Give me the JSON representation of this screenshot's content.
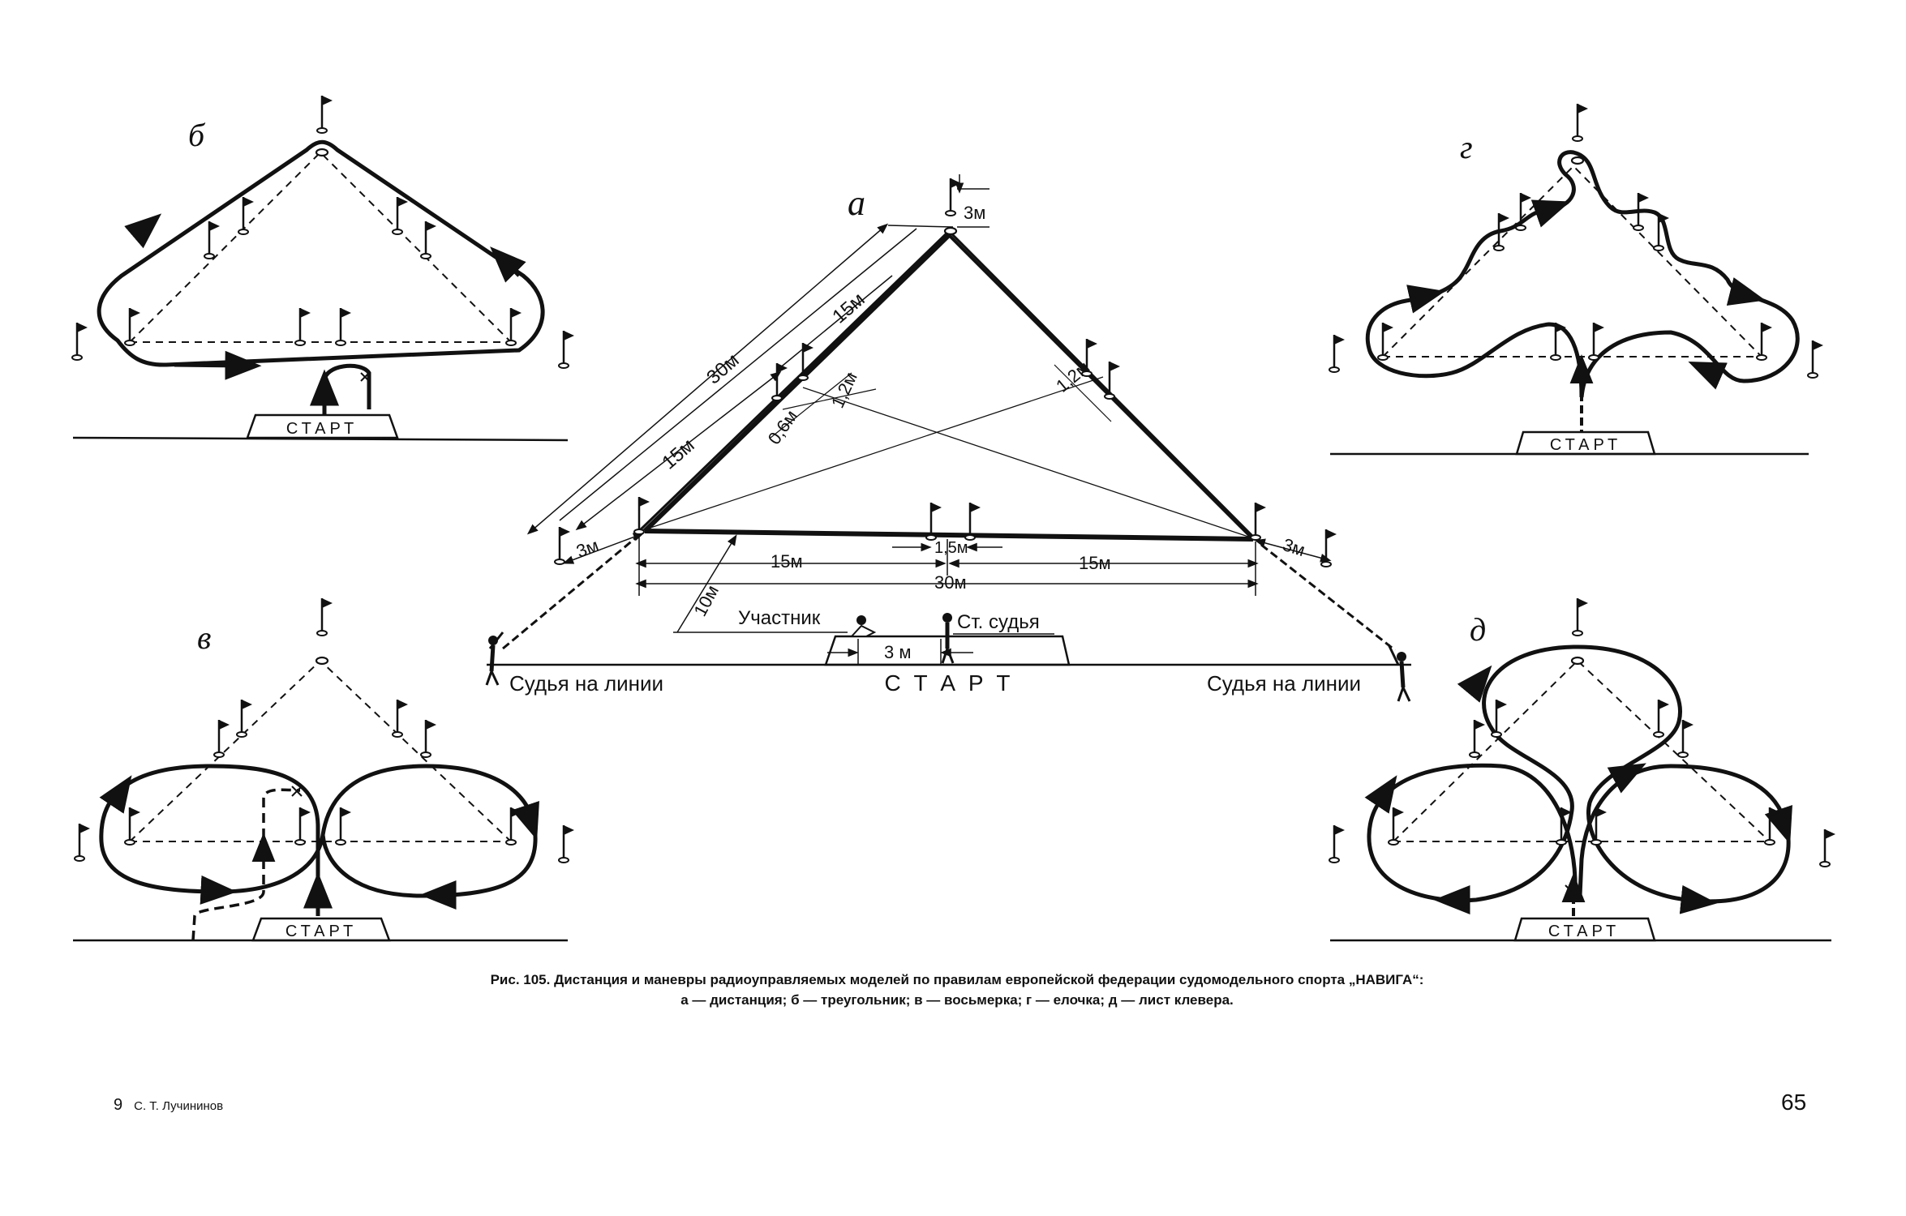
{
  "panels": {
    "a": "а",
    "b": "б",
    "v": "в",
    "g": "г",
    "d": "д"
  },
  "start_label": "СТАРТ",
  "main": {
    "start_label": "С Т А Р Т",
    "dim_3m_top": "3м",
    "dim_15m_side": "15м",
    "dim_30m_side": "30м",
    "dim_15m_inner": "15м",
    "dim_0_6m": "0,6м",
    "dim_1_2m_left": "1,2м",
    "dim_1_2m_right": "1,2м",
    "dim_3m_left": "3м",
    "dim_3m_right": "3м",
    "dim_15m_base_left": "15м",
    "dim_15m_base_right": "15м",
    "dim_1_5m": "1,5м",
    "dim_30m_base": "30м",
    "dim_10m": "10м",
    "dim_3m_start": "3 м",
    "participant": "Участник",
    "senior_judge": "Ст. судья",
    "line_judge_left": "Судья на линии",
    "line_judge_right": "Судья на линии"
  },
  "caption": {
    "line1": "Рис. 105. Дистанция и маневры радиоуправляемых моделей по правилам европейской федерации судомодельного спорта „НАВИГА“:",
    "line2": "а — дистанция;  б — треугольник; в — восьмерка;  г — елочка;  д — лист клевера."
  },
  "footer": {
    "signature_num": "9",
    "author": "С. Т. Лучининов",
    "page_number": "65"
  }
}
